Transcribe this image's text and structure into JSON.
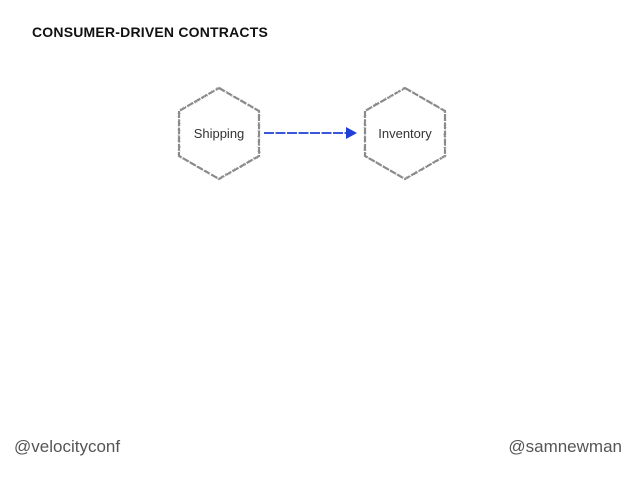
{
  "slide": {
    "title": "CONSUMER-DRIVEN CONTRACTS"
  },
  "diagram": {
    "nodes": [
      {
        "id": "shipping",
        "label": "Shipping",
        "shape": "hexagon",
        "border_color": "#8a8a8a"
      },
      {
        "id": "inventory",
        "label": "Inventory",
        "shape": "hexagon",
        "border_color": "#8a8a8a"
      }
    ],
    "edges": [
      {
        "from": "shipping",
        "to": "inventory",
        "color": "#1f3fd6",
        "style": "arrow"
      }
    ]
  },
  "footer": {
    "left_handle": "@velocityconf",
    "right_handle": "@samnewman"
  }
}
